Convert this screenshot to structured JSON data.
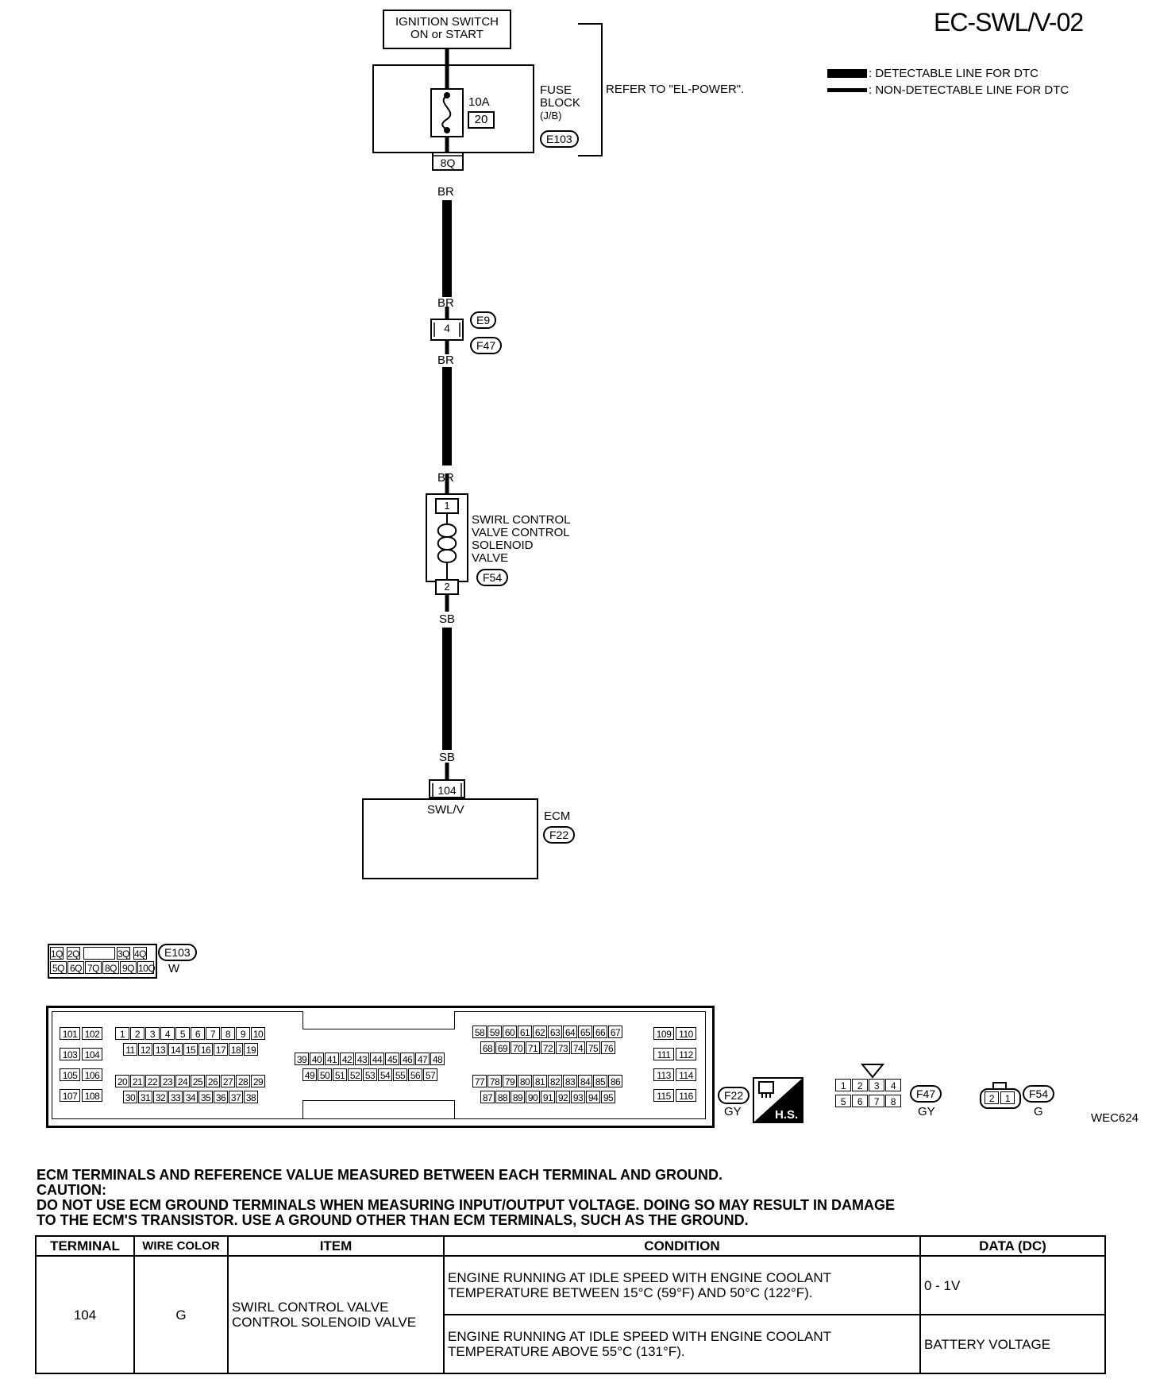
{
  "diagram_id": "EC-SWL/V-02",
  "legend": {
    "detectable": ": DETECTABLE LINE FOR DTC",
    "non_detectable": ": NON-DETECTABLE LINE FOR DTC"
  },
  "ignition_switch": {
    "line1": "IGNITION SWITCH",
    "line2": "ON or START"
  },
  "fuse_block": {
    "amp": "10A",
    "fuse_no": "20",
    "label1": "FUSE",
    "label2": "BLOCK",
    "label3": "(J/B)",
    "connector": "E103",
    "terminal": "8Q",
    "refer": "REFER TO \"EL-POWER\"."
  },
  "wires": {
    "br": "BR",
    "sb": "SB"
  },
  "joint_connector": {
    "pin": "4",
    "upper": "E9",
    "lower": "F47"
  },
  "solenoid": {
    "pin_top": "1",
    "pin_bottom": "2",
    "connector": "F54",
    "line1": "SWIRL CONTROL",
    "line2": "VALVE CONTROL",
    "line3": "SOLENOID",
    "line4": "VALVE"
  },
  "ecm": {
    "terminal": "104",
    "signal": "SWL/V",
    "label": "ECM",
    "connector": "F22"
  },
  "connector_views": {
    "e103": {
      "code": "E103",
      "color": "W",
      "top": [
        "1Q",
        "2Q",
        "",
        "3Q",
        "4Q"
      ],
      "bottom": [
        "5Q",
        "6Q",
        "7Q",
        "8Q",
        "9Q",
        "10Q"
      ]
    },
    "f22": {
      "code": "F22",
      "color": "GY",
      "hs": "H.S."
    },
    "f47": {
      "code": "F47",
      "color": "GY",
      "top": [
        "1",
        "2",
        "3",
        "4"
      ],
      "bottom": [
        "5",
        "6",
        "7",
        "8"
      ]
    },
    "f54": {
      "code": "F54",
      "color": "G",
      "pins": [
        "2",
        "1"
      ]
    },
    "ecm_pins": {
      "left_col": [
        [
          "101",
          "102"
        ],
        [
          "103",
          "104"
        ],
        [
          "105",
          "106"
        ],
        [
          "107",
          "108"
        ]
      ],
      "right_col": [
        [
          "109",
          "110"
        ],
        [
          "111",
          "112"
        ],
        [
          "113",
          "114"
        ],
        [
          "115",
          "116"
        ]
      ],
      "g1_row1": [
        "1",
        "2",
        "3",
        "4",
        "5",
        "6",
        "7",
        "8",
        "9",
        "10"
      ],
      "g1_row2": [
        "11",
        "12",
        "13",
        "14",
        "15",
        "16",
        "17",
        "18",
        "19"
      ],
      "g2_row1": [
        "20",
        "21",
        "22",
        "23",
        "24",
        "25",
        "26",
        "27",
        "28",
        "29"
      ],
      "g2_row2": [
        "30",
        "31",
        "32",
        "33",
        "34",
        "35",
        "36",
        "37",
        "38"
      ],
      "g3_row1": [
        "39",
        "40",
        "41",
        "42",
        "43",
        "44",
        "45",
        "46",
        "47",
        "48"
      ],
      "g3_row2": [
        "49",
        "50",
        "51",
        "52",
        "53",
        "54",
        "55",
        "56",
        "57"
      ],
      "g4_row1": [
        "58",
        "59",
        "60",
        "61",
        "62",
        "63",
        "64",
        "65",
        "66",
        "67"
      ],
      "g4_row2": [
        "68",
        "69",
        "70",
        "71",
        "72",
        "73",
        "74",
        "75",
        "76"
      ],
      "g5_row1": [
        "77",
        "78",
        "79",
        "80",
        "81",
        "82",
        "83",
        "84",
        "85",
        "86"
      ],
      "g5_row2": [
        "87",
        "88",
        "89",
        "90",
        "91",
        "92",
        "93",
        "94",
        "95"
      ]
    }
  },
  "figure_code": "WEC624",
  "notes": {
    "line1": "ECM TERMINALS AND REFERENCE VALUE MEASURED BETWEEN EACH TERMINAL AND GROUND.",
    "line2": "CAUTION:",
    "line3": "DO NOT USE ECM GROUND TERMINALS WHEN MEASURING INPUT/OUTPUT VOLTAGE. DOING SO MAY RESULT IN DAMAGE",
    "line4": "TO THE ECM'S TRANSISTOR. USE A GROUND OTHER THAN ECM TERMINALS, SUCH AS THE GROUND."
  },
  "table": {
    "headers": {
      "terminal": "TERMINAL",
      "wire_color": "WIRE COLOR",
      "item": "ITEM",
      "condition": "CONDITION",
      "data": "DATA (DC)"
    },
    "terminal": "104",
    "wire_color": "G",
    "item": "SWIRL CONTROL VALVE CONTROL SOLENOID VALVE",
    "rows": [
      {
        "condition": "ENGINE RUNNING AT IDLE SPEED WITH ENGINE COOLANT TEMPERATURE BETWEEN 15°C (59°F) AND 50°C (122°F).",
        "data": "0 - 1V"
      },
      {
        "condition": "ENGINE RUNNING AT IDLE SPEED WITH ENGINE COOLANT TEMPERATURE ABOVE 55°C (131°F).",
        "data": "BATTERY VOLTAGE"
      }
    ]
  }
}
